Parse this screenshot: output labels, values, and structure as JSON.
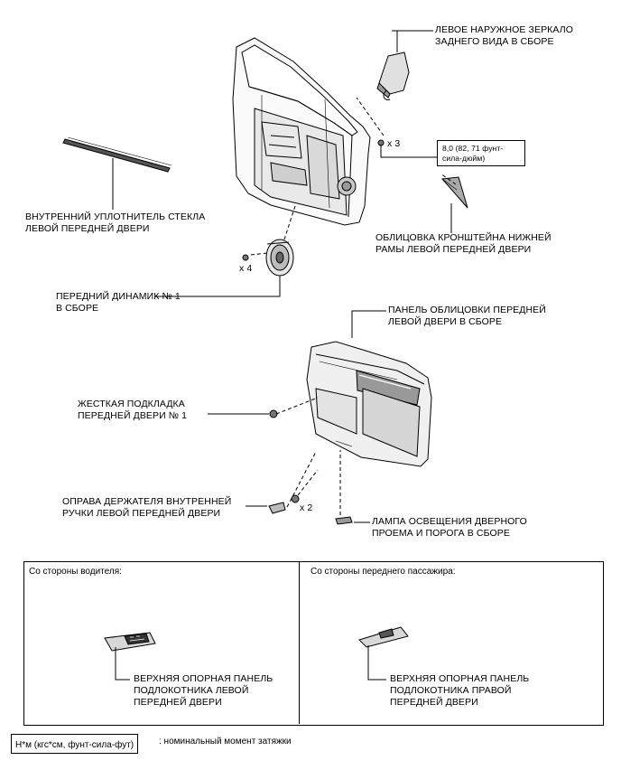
{
  "labels": {
    "mirror": [
      "ЛЕВОЕ НАРУЖНОЕ ЗЕРКАЛО",
      "ЗАДНЕГО ВИДА В СБОРЕ"
    ],
    "weatherstrip": [
      "ВНУТРЕННИЙ УПЛОТНИТЕЛЬ СТЕКЛА",
      "ЛЕВОЙ ПЕРЕДНЕЙ ДВЕРИ"
    ],
    "torque": [
      "8,0 (82, 71 фунт-",
      "сила-дюйм)"
    ],
    "bracket_cover": [
      "ОБЛИЦОВКА КРОНШТЕЙНА НИЖНЕЙ",
      "РАМЫ ЛЕВОЙ ПЕРЕДНЕЙ ДВЕРИ"
    ],
    "speaker": [
      "ПЕРЕДНИЙ ДИНАМИК № 1",
      "В СБОРЕ"
    ],
    "trim_panel": [
      "ПАНЕЛЬ ОБЛИЦОВКИ ПЕРЕДНЕЙ",
      "ЛЕВОЙ ДВЕРИ В СБОРЕ"
    ],
    "pad": [
      "ЖЕСТКАЯ ПОДКЛАДКА",
      "ПЕРЕДНЕЙ ДВЕРИ № 1"
    ],
    "handle_bezel": [
      "ОПРАВА ДЕРЖАТЕЛЯ ВНУТРЕННЕЙ",
      "РУЧКИ ЛЕВОЙ ПЕРЕДНЕЙ ДВЕРИ"
    ],
    "lamp": [
      "ЛАМПА ОСВЕЩЕНИЯ ДВЕРНОГО",
      "ПРОЕМА И ПОРОГА В СБОРЕ"
    ],
    "armrest_left": [
      "ВЕРХНЯЯ ОПОРНАЯ ПАНЕЛЬ",
      "ПОДЛОКОТНИКА ЛЕВОЙ",
      "ПЕРЕДНЕЙ ДВЕРИ"
    ],
    "armrest_right": [
      "ВЕРХНЯЯ ОПОРНАЯ ПАНЕЛЬ",
      "ПОДЛОКОТНИКА ПРАВОЙ",
      "ПЕРЕДНЕЙ ДВЕРИ"
    ]
  },
  "quantities": {
    "x3": "x 3",
    "x4": "x 4",
    "x2": "x 2"
  },
  "panels": {
    "driver_side": "Со стороны водителя:",
    "passenger_side": "Со стороны переднего пассажира:"
  },
  "legend": {
    "unit_box": "Н*м (кгс*см, фунт-сила-фут)",
    "description": ": номинальный момент затяжки"
  }
}
